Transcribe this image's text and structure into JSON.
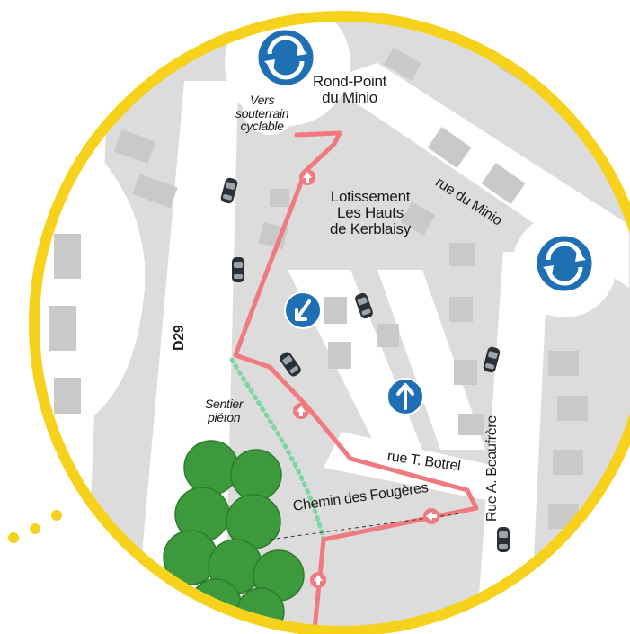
{
  "labels": {
    "rond_point_line1": "Rond-Point",
    "rond_point_line2": "du Minio",
    "vers_line1": "Vers",
    "vers_line2": "souterrain",
    "vers_line3": "cyclable",
    "rue_du_minio": "rue du Minio",
    "lotissement_line1": "Lotissement",
    "lotissement_line2": "Les Hauts",
    "lotissement_line3": "de Kerblaisy",
    "d29": "D29",
    "sentier_line1": "Sentier",
    "sentier_line2": "piéton",
    "rue_t_botrel": "rue T. Botrel",
    "chemin_des_fougeres": "Chemin des Fougères",
    "rue_a_beaufrere": "Rue A. Beaufrère"
  },
  "colors": {
    "frame": "#f6d21c",
    "ground": "#dcdcdc",
    "road": "#ffffff",
    "building": "#c9c9c9",
    "trees": "#3c9a3c",
    "route": "#f07a80",
    "footpath": "#7ed6a4",
    "sign_blue": "#1f6fb5"
  },
  "icons": {
    "roundabout_sign": "roundabout-icon",
    "one_way_down": "one-way-down-icon",
    "one_way_up": "one-way-up-icon",
    "car": "car-icon",
    "route_arrow": "route-arrow-icon"
  }
}
